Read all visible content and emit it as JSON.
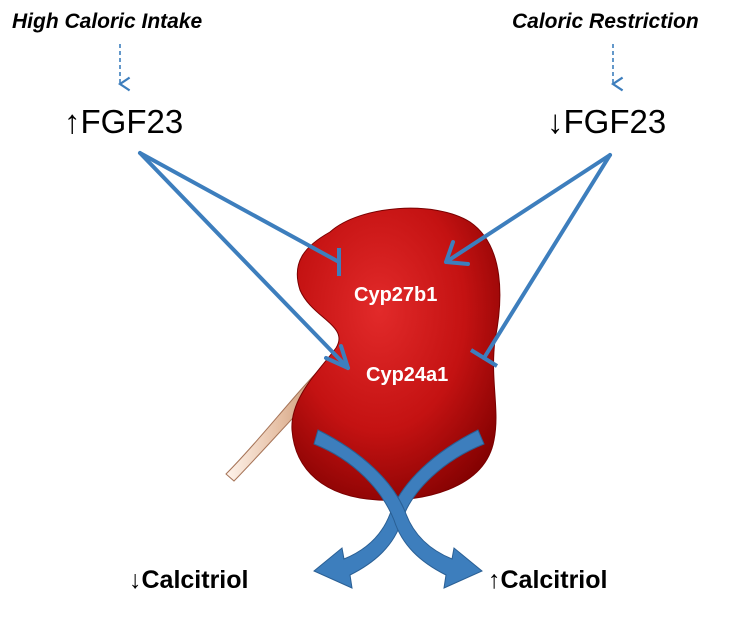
{
  "left": {
    "condition": "High Caloric Intake",
    "fgf_arrow": "↑",
    "fgf_label": "FGF23",
    "calcitriol_arrow": "↓",
    "calcitriol_label": "Calcitriol"
  },
  "right": {
    "condition": "Caloric Restriction",
    "fgf_arrow": "↓",
    "fgf_label": "FGF23",
    "calcitriol_arrow": "↑",
    "calcitriol_label": "Calcitriol"
  },
  "kidney": {
    "enzyme_top": "Cyp27b1",
    "enzyme_bottom": "Cyp24a1"
  },
  "colors": {
    "arrow_blue": "#3d7ebd",
    "kidney_red": "#c41212",
    "kidney_dark": "#8a0000",
    "ureter": "#e8c8b0"
  }
}
